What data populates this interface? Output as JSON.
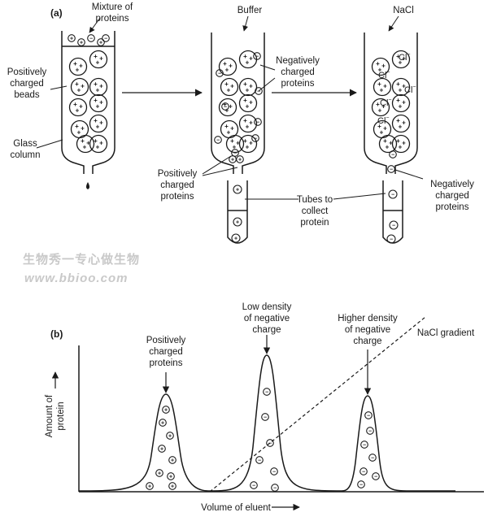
{
  "panel_a": {
    "tag": "(a)",
    "labels": {
      "mixture": [
        "Mixture of",
        "proteins"
      ],
      "buffer": "Buffer",
      "nacl": "NaCl",
      "positively_charged_beads": [
        "Positively",
        "charged",
        "beads"
      ],
      "glass_column": [
        "Glass",
        "column"
      ],
      "negatively_charged_proteins_mid": [
        "Negatively",
        "charged",
        "proteins"
      ],
      "positively_charged_proteins": [
        "Positively",
        "charged",
        "proteins"
      ],
      "tubes_to_collect": [
        "Tubes to",
        "collect",
        "protein"
      ],
      "negatively_charged_proteins_right": [
        "Negatively",
        "charged",
        "proteins"
      ]
    },
    "ions": {
      "chloride": "Cl",
      "charge": "−"
    }
  },
  "watermark": {
    "line1": "生物秀一专心做生物",
    "line2": "www.bbioo.com"
  },
  "panel_b": {
    "tag": "(b)",
    "y_axis_label": [
      "Amount of",
      "protein"
    ],
    "x_axis_label": "Volume of eluent",
    "gradient_label": "NaCl gradient",
    "peak_labels": {
      "positive": [
        "Positively",
        "charged",
        "proteins"
      ],
      "low_density": [
        "Low density",
        "of negative",
        "charge"
      ],
      "high_density": [
        "Higher density",
        "of negative",
        "charge"
      ]
    },
    "peaks": [
      {
        "name": "positively charged proteins",
        "order": 1,
        "charge": "+"
      },
      {
        "name": "low density of negative charge",
        "order": 2,
        "charge": "−"
      },
      {
        "name": "higher density of negative charge",
        "order": 3,
        "charge": "−"
      }
    ]
  }
}
